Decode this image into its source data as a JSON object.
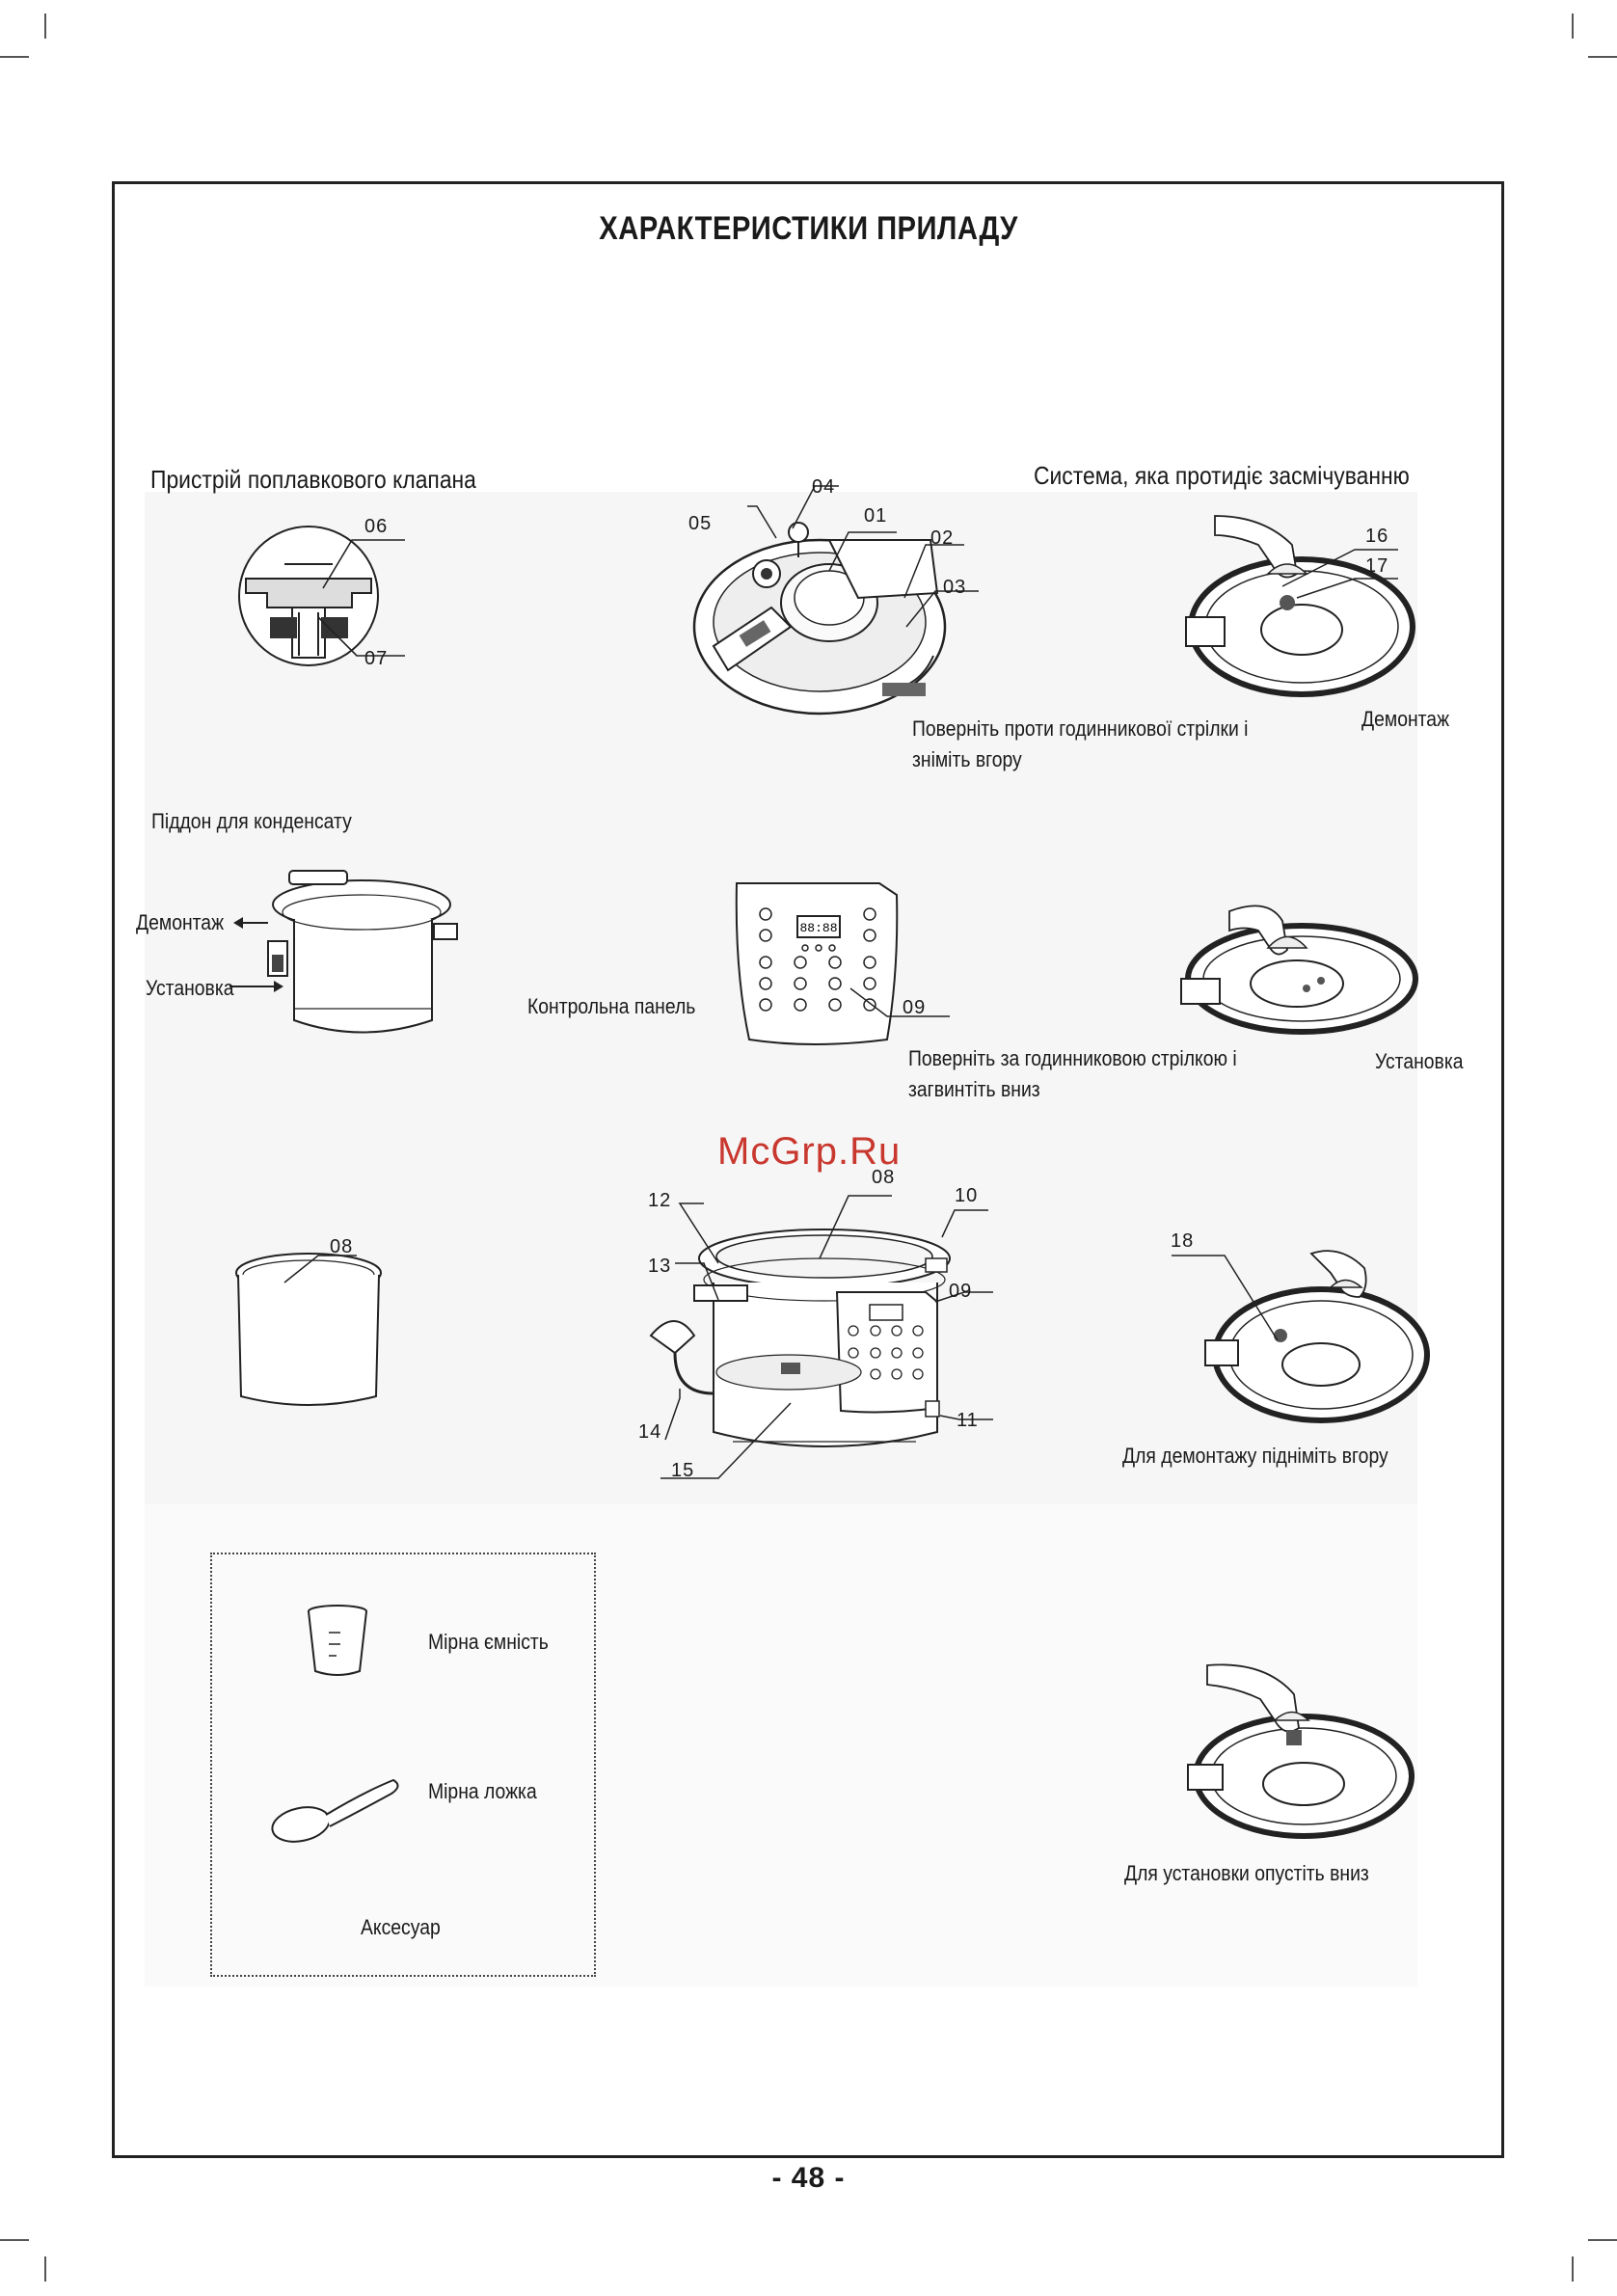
{
  "page": {
    "title": "ХАРАКТЕРИСТИКИ ПРИЛАДУ",
    "page_number": "- 48 -",
    "watermark": "McGrp.Ru"
  },
  "float_valve": {
    "heading": "Пристрій поплавкового клапана",
    "labels": [
      "06",
      "07"
    ]
  },
  "lid": {
    "labels": [
      "04",
      "05",
      "01",
      "02",
      "03"
    ]
  },
  "anti_block": {
    "heading": "Система, яка протидіє засмічуванню",
    "labels": [
      "16",
      "17"
    ],
    "remove_caption": "Поверніть проти годинникової стрілки і зніміть вгору",
    "remove_tag": "Демонтаж",
    "install_caption": "Поверніть за годинниковою стрілкою і загвинтіть вниз",
    "install_tag": "Установка"
  },
  "condensate": {
    "heading": "Піддон для конденсату",
    "remove": "Демонтаж",
    "install": "Установка"
  },
  "control_panel": {
    "label": "Контрольна панель",
    "number": "09",
    "display": "88:88"
  },
  "inner_pot": {
    "number": "08"
  },
  "main_unit": {
    "labels": [
      "08",
      "12",
      "10",
      "13",
      "09",
      "14",
      "11",
      "15"
    ]
  },
  "seal_ring": {
    "number": "18",
    "remove_caption": "Для демонтажу підніміть вгору",
    "install_caption": "Для установки опустіть вниз"
  },
  "accessory": {
    "cup": "Мірна ємність",
    "spoon": "Мірна ложка",
    "caption": "Аксесуар"
  }
}
